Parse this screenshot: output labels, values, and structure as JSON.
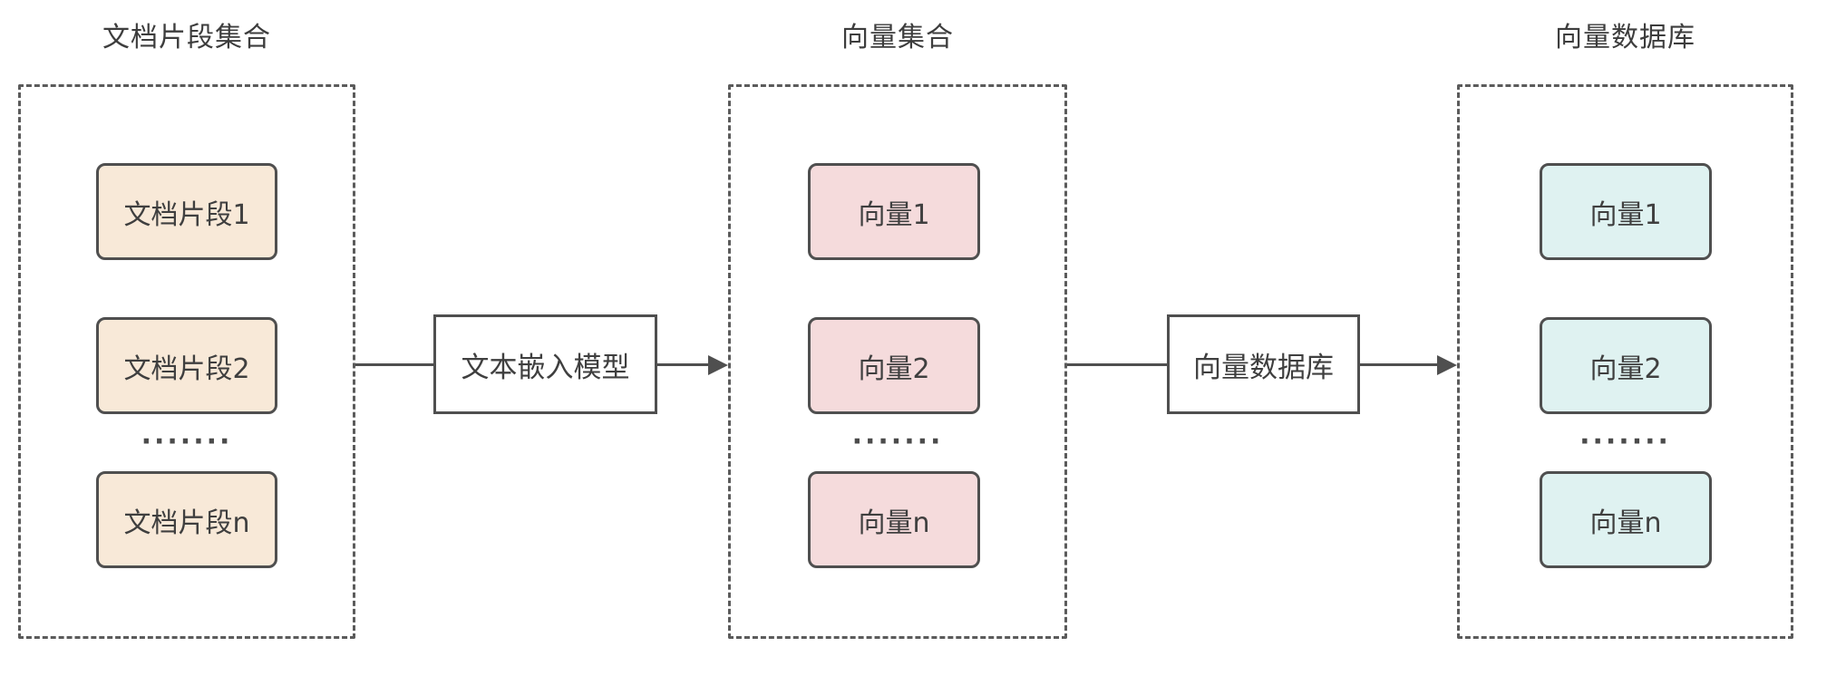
{
  "diagram": {
    "groups": [
      {
        "title": "文档片段集合",
        "items": [
          "文档片段1",
          "文档片段2",
          "文档片段n"
        ],
        "ellipsis": "·······",
        "fill": "#f8e9d8"
      },
      {
        "title": "向量集合",
        "items": [
          "向量1",
          "向量2",
          "向量n"
        ],
        "ellipsis": "·······",
        "fill": "#f5dbdc"
      },
      {
        "title": "向量数据库",
        "items": [
          "向量1",
          "向量2",
          "向量n"
        ],
        "ellipsis": "·······",
        "fill": "#dff2f1"
      }
    ],
    "connectors": [
      {
        "label": "文本嵌入模型"
      },
      {
        "label": "向量数据库"
      }
    ],
    "colors": {
      "node_stroke": "#4f4f4f",
      "dashed_border": "#5b5b5b",
      "text": "#3f3f3f",
      "fill_document": "#f8e9d8",
      "fill_vector": "#f5dbdc",
      "fill_database": "#dff2f1",
      "connector_label_fill": "#ffffff"
    }
  }
}
